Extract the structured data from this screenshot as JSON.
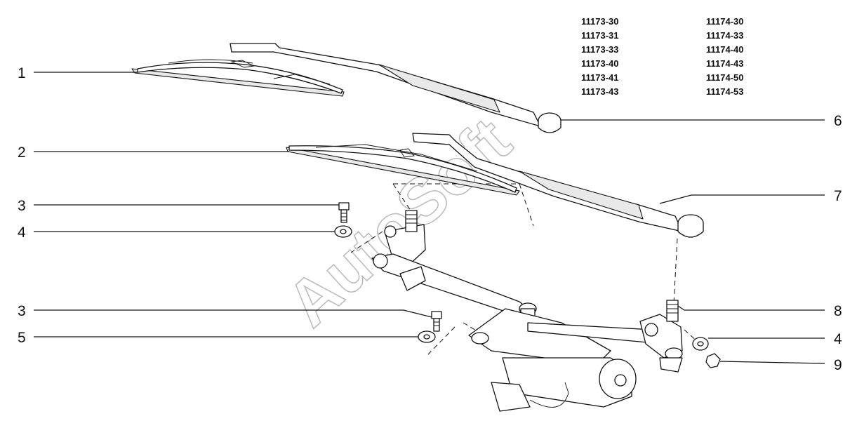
{
  "watermark": "AutoSoft",
  "model_codes": {
    "left": [
      "11173-30",
      "11173-31",
      "11173-33",
      "11173-40",
      "11173-41",
      "11173-43"
    ],
    "right": [
      "11174-30",
      "11174-33",
      "11174-40",
      "11174-43",
      "11174-50",
      "11174-53"
    ]
  },
  "callouts": {
    "left": [
      "1",
      "2",
      "3",
      "4",
      "3",
      "5"
    ],
    "right": [
      "6",
      "7",
      "8",
      "4",
      "9"
    ]
  }
}
